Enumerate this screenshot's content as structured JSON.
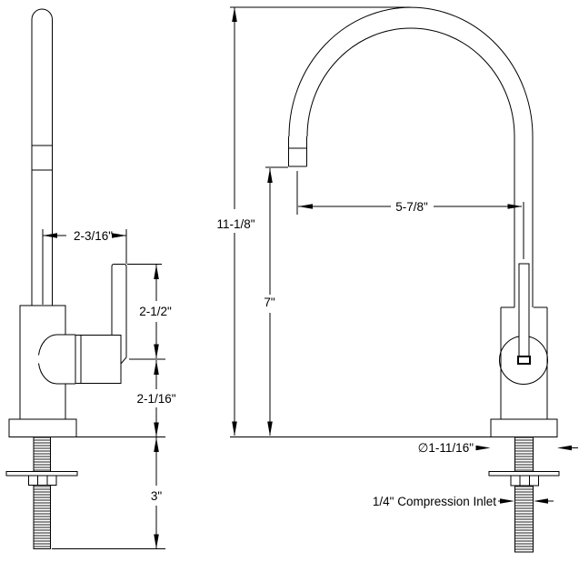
{
  "colors": {
    "line": "#000000",
    "background": "#ffffff"
  },
  "views": {
    "side": {
      "dims": {
        "spout_offset": "2-3/16\"",
        "handle_height": "2-1/2\"",
        "body_height": "2-1/16\"",
        "shank_length": "3\""
      }
    },
    "front": {
      "dims": {
        "overall_height": "11-1/8\"",
        "spout_clearance": "7\"",
        "spout_reach": "5-7/8\"",
        "base_diameter": "∅1-11/16\"",
        "inlet_label": "1/4\" Compression Inlet"
      }
    }
  }
}
